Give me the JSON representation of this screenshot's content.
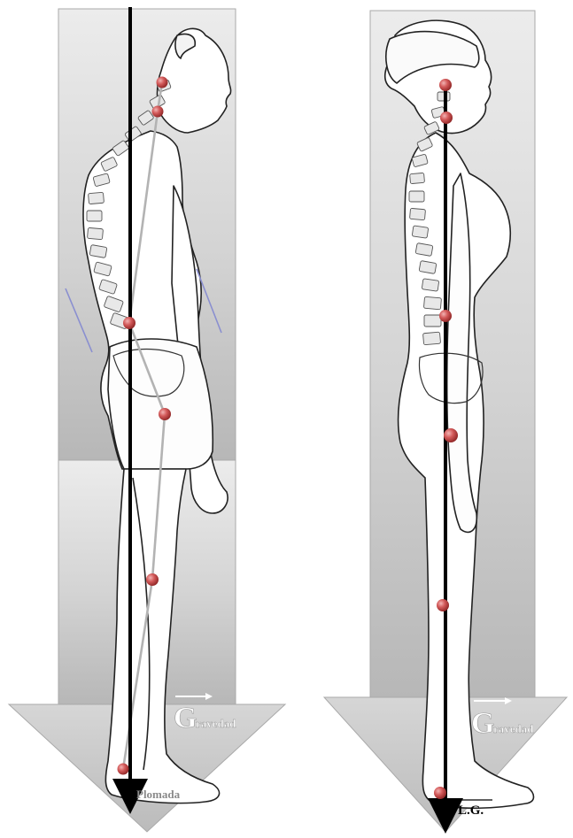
{
  "left_panel": {
    "gravity_big": "G",
    "gravity_small": "ravedad",
    "plumb_label": "Plomada"
  },
  "right_panel": {
    "gravity_big": "G",
    "gravity_small": "ravedad",
    "line_label": "L.G."
  },
  "colors": {
    "arrow_light": "#ececec",
    "arrow_dark": "#b9b9b9",
    "joint_marker": "#c94a4a",
    "plumb_line": "#000000",
    "deviation_line": "#b3b3b3",
    "accent_blue": "#8a8fd0"
  }
}
